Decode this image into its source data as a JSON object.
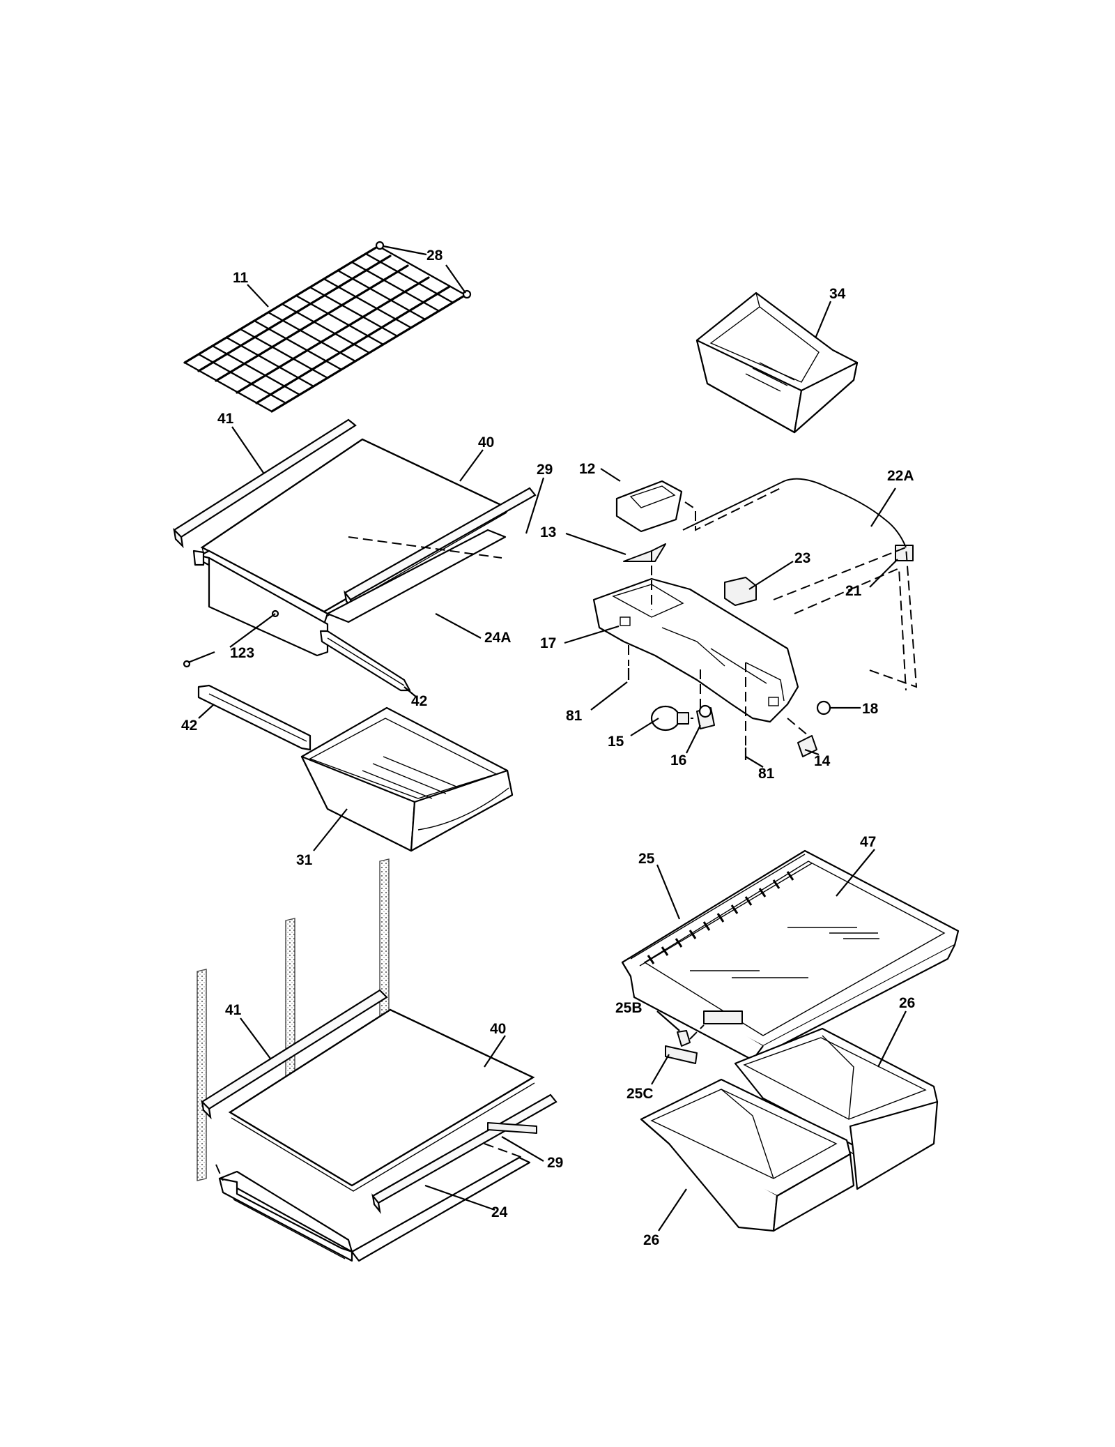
{
  "diagram": {
    "callouts": [
      {
        "id": "c-28",
        "text": "28"
      },
      {
        "id": "c-11",
        "text": "11"
      },
      {
        "id": "c-34",
        "text": "34"
      },
      {
        "id": "c-41a",
        "text": "41"
      },
      {
        "id": "c-40a",
        "text": "40"
      },
      {
        "id": "c-29a",
        "text": "29"
      },
      {
        "id": "c-12",
        "text": "12"
      },
      {
        "id": "c-22A",
        "text": "22A"
      },
      {
        "id": "c-13",
        "text": "13"
      },
      {
        "id": "c-23",
        "text": "23"
      },
      {
        "id": "c-21",
        "text": "21"
      },
      {
        "id": "c-24A",
        "text": "24A"
      },
      {
        "id": "c-17",
        "text": "17"
      },
      {
        "id": "c-123",
        "text": "123"
      },
      {
        "id": "c-42a",
        "text": "42"
      },
      {
        "id": "c-42b",
        "text": "42"
      },
      {
        "id": "c-81a",
        "text": "81"
      },
      {
        "id": "c-18",
        "text": "18"
      },
      {
        "id": "c-15",
        "text": "15"
      },
      {
        "id": "c-16",
        "text": "16"
      },
      {
        "id": "c-81b",
        "text": "81"
      },
      {
        "id": "c-14",
        "text": "14"
      },
      {
        "id": "c-31",
        "text": "31"
      },
      {
        "id": "c-25",
        "text": "25"
      },
      {
        "id": "c-47",
        "text": "47"
      },
      {
        "id": "c-41b",
        "text": "41"
      },
      {
        "id": "c-40b",
        "text": "40"
      },
      {
        "id": "c-25B",
        "text": "25B"
      },
      {
        "id": "c-26a",
        "text": "26"
      },
      {
        "id": "c-25C",
        "text": "25C"
      },
      {
        "id": "c-29b",
        "text": "29"
      },
      {
        "id": "c-24",
        "text": "24"
      },
      {
        "id": "c-26b",
        "text": "26"
      }
    ]
  }
}
